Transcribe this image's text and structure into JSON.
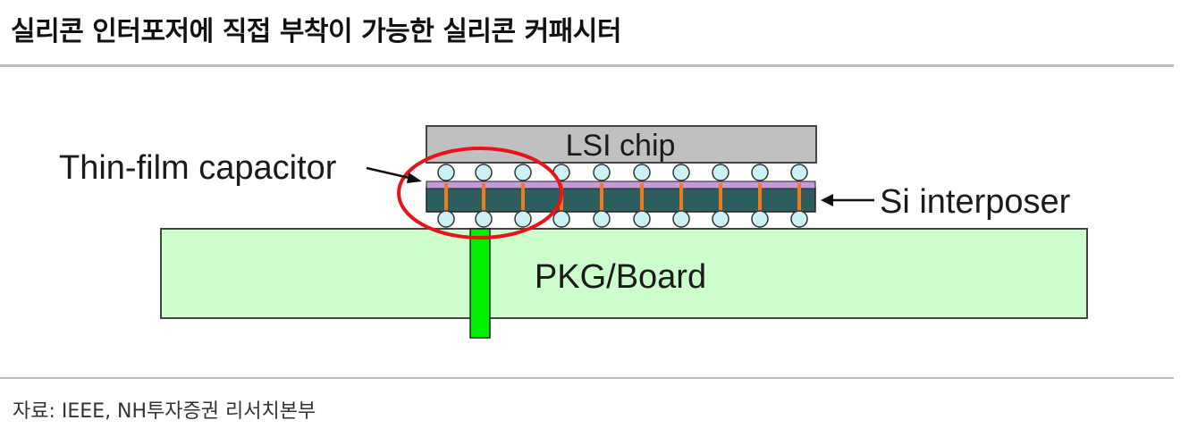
{
  "title": "실리콘 인터포저에 직접 부착이 가능한 실리콘 커패시터",
  "source": "자료: IEEE, NH투자증권 리서치본부",
  "diagram": {
    "chip_label": "LSI chip",
    "capacitor_label": "Thin-film capacitor",
    "interposer_label": "Si interposer",
    "board_label": "PKG/Board",
    "colors": {
      "chip": "#c0c0c0",
      "board": "#ccffcc",
      "interposer": "#2f5e5e",
      "thin_film": "#c39bd9",
      "bump": "#ccf2f5",
      "via": "#f07a1e",
      "highlight": "#e8141c",
      "board_via": "#00ee00"
    }
  }
}
